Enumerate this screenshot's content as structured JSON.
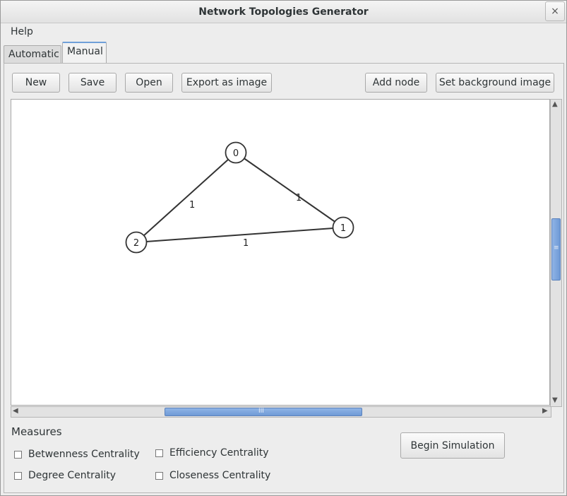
{
  "window": {
    "title": "Network Topologies Generator",
    "close_glyph": "×"
  },
  "menubar": {
    "items": [
      {
        "label": "Help"
      }
    ]
  },
  "tabs": [
    {
      "label": "Automatic",
      "active": false
    },
    {
      "label": "Manual",
      "active": true
    }
  ],
  "toolbar": {
    "new_label": "New",
    "save_label": "Save",
    "open_label": "Open",
    "export_label": "Export as image",
    "add_node_label": "Add node",
    "set_background_label": "Set background image"
  },
  "graph": {
    "nodes": [
      {
        "label": "0"
      },
      {
        "label": "1"
      },
      {
        "label": "2"
      }
    ],
    "edges": [
      {
        "from": "0",
        "to": "1",
        "weight": "1"
      },
      {
        "from": "0",
        "to": "2",
        "weight": "1"
      },
      {
        "from": "2",
        "to": "1",
        "weight": "1"
      }
    ]
  },
  "scrollbars": {
    "up": "▲",
    "down": "▼",
    "left": "◀",
    "right": "▶",
    "grip_v": "≡",
    "grip_h": "III"
  },
  "measures": {
    "title": "Measures",
    "options": [
      {
        "label": "Betwenness Centrality",
        "checked": false
      },
      {
        "label": "Efficiency Centrality",
        "checked": false
      },
      {
        "label": "Degree Centrality",
        "checked": false
      },
      {
        "label": "Closeness Centrality",
        "checked": false
      }
    ]
  },
  "simulation": {
    "begin_label": "Begin Simulation"
  },
  "colors": {
    "accent": "#6f9ad6",
    "edge": "#333333",
    "canvas": "#ffffff"
  }
}
